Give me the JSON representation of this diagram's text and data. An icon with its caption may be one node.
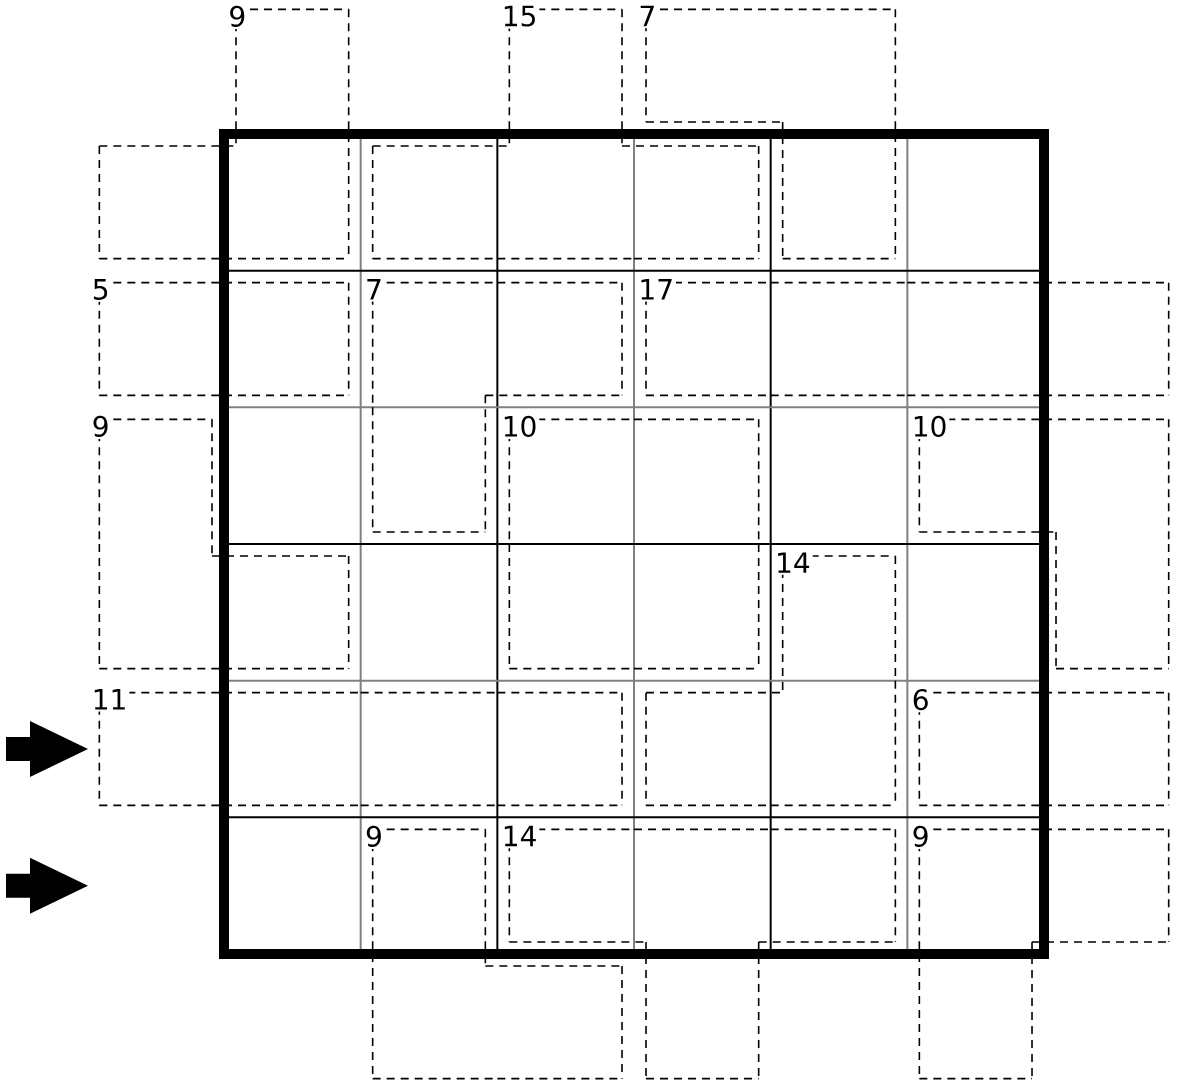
{
  "diagram": {
    "labels": [
      "9",
      "15",
      "7",
      "5",
      "7",
      "17",
      "9",
      "10",
      "10",
      "14",
      "11",
      "6",
      "9",
      "14",
      "9"
    ]
  }
}
